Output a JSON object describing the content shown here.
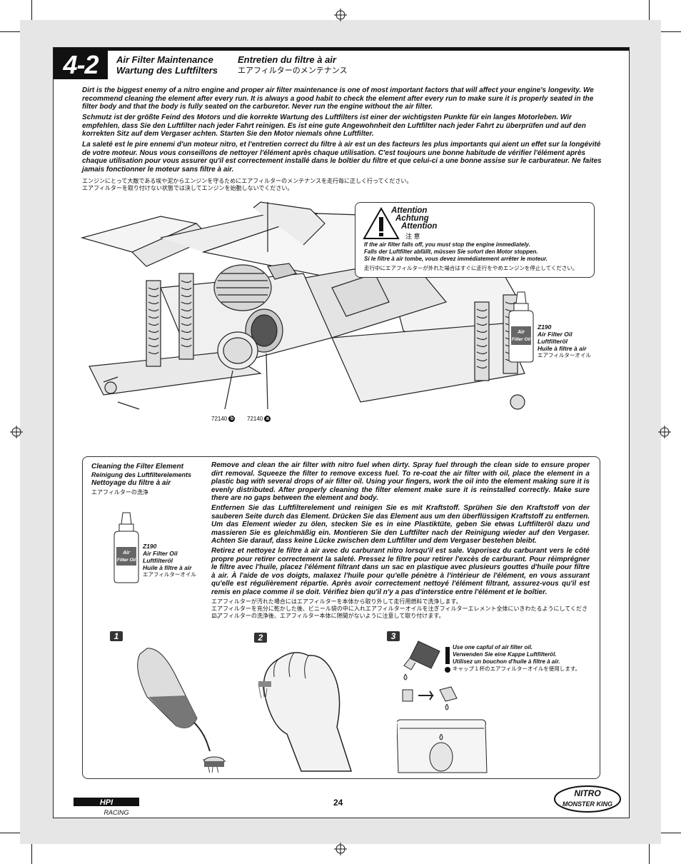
{
  "step": {
    "number": "4-2"
  },
  "titles": {
    "en": "Air Filter Maintenance",
    "de": "Wartung des Luftfilters",
    "fr": "Entretien du filtre à air",
    "ja": "エアフィルターのメンテナンス"
  },
  "intro": {
    "en": "Dirt is the biggest enemy of a nitro engine and proper air filter maintenance is one of most important factors that will affect your engine's longevity. We recommend cleaning the element after every run. It is always a good habit to check the element after every run to make sure it is properly seated in the filter body and that the body is fully seated on the carburetor. Never run the engine without the air filter.",
    "de": "Schmutz ist der größte Feind des Motors und die korrekte Wartung des Luftfilters ist einer der wichtigsten Punkte für ein langes Motorleben. Wir empfehlen, dass Sie den Luftfilter nach jeder Fahrt reinigen. Es ist eine gute Angewohnheit den Luftfilter nach jeder Fahrt zu überprüfen und auf den korrekten Sitz auf dem Vergaser achten. Starten Sie den Motor niemals ohne Luftfilter.",
    "fr": "La saleté est le pire ennemi d'un moteur nitro, et l'entretien correct du filtre à air est un des facteurs les plus importants qui aient un effet sur la longévité de votre moteur. Nous vous conseillons de nettoyer l'élément après chaque utilisation. C'est toujours une bonne habitude de vérifier l'élément après chaque utilisation pour vous assurer qu'il est correctement installé dans le boîtier du filtre et que celui-ci a une bonne assise sur le carburateur. Ne faites jamais fonctionner le moteur sans filtre à air.",
    "ja_1": "エンジンにとって大敵である埃や泥からエンジンを守るためにエアフィルターのメンテナンスを走行毎に正しく行ってください。",
    "ja_2": "エアフィルターを取り付けない状態では決してエンジンを始動しないでください。"
  },
  "attention": {
    "h_en": "Attention",
    "h_de": "Achtung",
    "h_fr": "Attention",
    "h_ja": "注 意",
    "en": "If the air filter falls off, you must stop the engine immediately.",
    "de": "Falls der Luftfilter abfällt, müssen Sie sofort den Motor stoppen.",
    "fr": "Si le filtre à air tombe, vous devez immédiatement arrêter le moteur.",
    "ja": "走行中にエアフィルターが外れた場合はすぐに走行をやめエンジンを停止してください。"
  },
  "oil": {
    "code": "Z190",
    "en": "Air Filter Oil",
    "de": "Luftfilteröl",
    "fr": "Huile à filtre à air",
    "ja": "エアフィルターオイル",
    "bottle_text": "Air Filter Oil"
  },
  "parts": {
    "b_num": "72140",
    "b_badge": "b",
    "a_num": "72140",
    "a_badge": "a"
  },
  "cleaning": {
    "title_en": "Cleaning the Filter Element",
    "title_de": "Reinigung des Luftfilterelements",
    "title_fr": "Nettoyage du filtre à air",
    "title_ja": "エアフィルターの洗浄",
    "en": "Remove and clean the air filter with nitro fuel when dirty. Spray fuel through the clean side to ensure proper dirt removal. Squeeze the filter to remove excess fuel. To re-coat the air filter with oil, place the element in a plastic bag with several drops of air filter oil. Using your fingers, work the oil into the element making sure it is evenly distributed. After properly cleaning the filter element make sure it is reinstalled correctly. Make sure there are no gaps between the element and body.",
    "de": "Entfernen Sie das Luftfilterelement und reinigen Sie es mit Kraftstoff. Sprühen Sie den Kraftstoff von der sauberen Seite durch das Element. Drücken Sie das Element aus um den überflüssigen Kraftstoff zu entfernen. Um das Element wieder zu ölen, stecken Sie es in eine Plastiktüte, geben Sie etwas Luftfilteröl dazu und massieren Sie es gleichmäßig ein. Montieren Sie den Luftfilter nach der Reinigung wieder auf den Vergaser. Achten Sie darauf, dass keine Lücke zwischen dem Luftfilter und dem Vergaser bestehen bleibt.",
    "fr": "Retirez et nettoyez le filtre à air avec du carburant nitro lorsqu'il est sale. Vaporisez du carburant vers le côté propre pour retirer correctement la saleté. Pressez le filtre pour retirer l'excès de carburant. Pour réimprégner le filtre avec l'huile, placez l'élément filtrant dans un sac en plastique avec plusieurs gouttes d'huile pour filtre à air. À l'aide de vos doigts, malaxez l'huile pour qu'elle pénètre à l'intérieur de l'élément, en vous assurant qu'elle est régulièrement répartie. Après avoir correctement nettoyé l'élément filtrant, assurez-vous qu'il est remis en place comme il se doit. Vérifiez bien qu'il n'y a pas d'interstice entre l'élément et le boîtier.",
    "ja_1": "エアフィルターが汚れた場合にはエアフィルターを本体から取り外して走行用燃料で洗浄します。",
    "ja_2": "エアフィルターを充分に乾かした後、ビニール袋の中に入れエアフィルターオイルを注ぎフィルターエレメント全体にいきわたるようにしてください。",
    "ja_3": "エアフィルターの洗浄後、エアフィルター本体に隙間がないように注意して取り付けます。"
  },
  "steps": [
    "1",
    "2",
    "3"
  ],
  "cap_note": {
    "en": "Use one capful of air filter oil.",
    "de": "Verwenden Sie eine Kappe Luftfilteröl.",
    "fr": "Utilisez un bouchon d'huile à filtre à air.",
    "ja": "キャップ１杯のエアフィルターオイルを使用します。"
  },
  "footer": {
    "page_number": "24",
    "brand_hpi": "HPI",
    "brand_racing": "RACING",
    "brand_nitro": "NITRO",
    "brand_monster": "MONSTER KING"
  }
}
